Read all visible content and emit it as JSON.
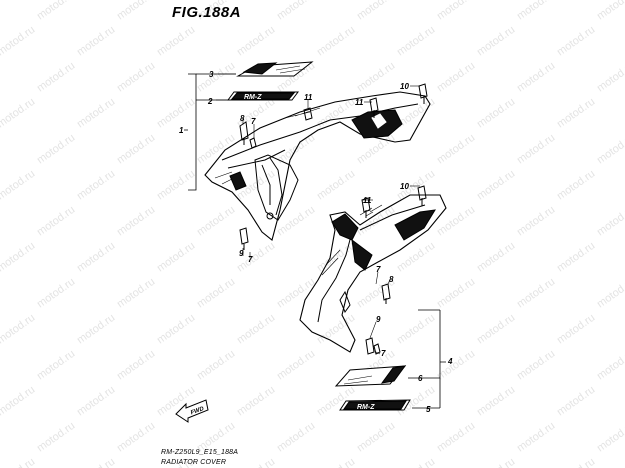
{
  "figure": {
    "title": "FIG.188A",
    "footer_line1": "RM-Z250L9_E15_188A",
    "footer_line2": "RADIATOR COVER",
    "watermark_text": "motod.ru"
  },
  "callouts": {
    "n1": "1",
    "n2": "2",
    "n3": "3",
    "n4": "4",
    "n5": "5",
    "n6": "6",
    "n7a": "7",
    "n7b": "7",
    "n7c": "7",
    "n7d": "7",
    "n8a": "8",
    "n8b": "8",
    "n9a": "9",
    "n9b": "9",
    "n10a": "10",
    "n10b": "10",
    "n11a": "11",
    "n11b": "11",
    "n11c": "11"
  },
  "decals": {
    "upper_logo": "RM-Z",
    "lower_logo": "RM-Z"
  },
  "fwd_label": "FWD",
  "colors": {
    "ink": "#000000",
    "watermark": "#e4e4e4",
    "background": "#ffffff"
  }
}
